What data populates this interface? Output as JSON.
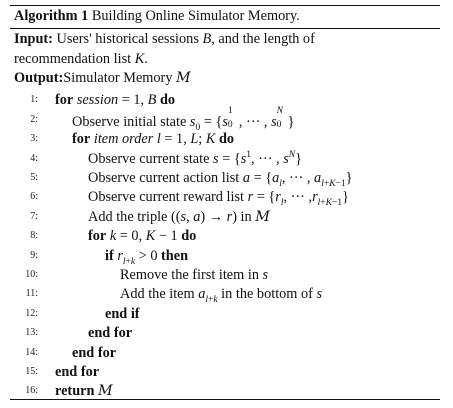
{
  "algorithm": {
    "label": "Algorithm 1",
    "title": "Building Online Simulator Memory.",
    "input_label": "Input:",
    "input_text_line1": "Users' historical sessions B, and the length of",
    "input_text_line2": "recommendation list K.",
    "output_label": "Output:",
    "output_text": "Simulator Memory M",
    "lines": [
      {
        "num": "1:",
        "text": "for session = 1, B do"
      },
      {
        "num": "2:",
        "text": "Observe initial state s0 = {s0^1, ··· , s0^N}"
      },
      {
        "num": "3:",
        "text": "for item order l = 1, L; K do"
      },
      {
        "num": "4:",
        "text": "Observe current state s = {s^1, ··· , s^N}"
      },
      {
        "num": "5:",
        "text": "Observe current action list a = {a_l, ··· , a_{l+K−1}}"
      },
      {
        "num": "6:",
        "text": "Observe current reward list r = {r_l, ··· , r_{l+K−1}}"
      },
      {
        "num": "7:",
        "text": "Add the triple ((s, a) → r) in M"
      },
      {
        "num": "8:",
        "text": "for k = 0, K − 1 do"
      },
      {
        "num": "9:",
        "text": "if r_{l+k} > 0 then"
      },
      {
        "num": "10:",
        "text": "Remove the first item in s"
      },
      {
        "num": "11:",
        "text": "Add the item a_{l+k} in the bottom of s"
      },
      {
        "num": "12:",
        "text": "end if"
      },
      {
        "num": "13:",
        "text": "end for"
      },
      {
        "num": "14:",
        "text": "end for"
      },
      {
        "num": "15:",
        "text": "end for"
      },
      {
        "num": "16:",
        "text": "return M"
      }
    ]
  }
}
